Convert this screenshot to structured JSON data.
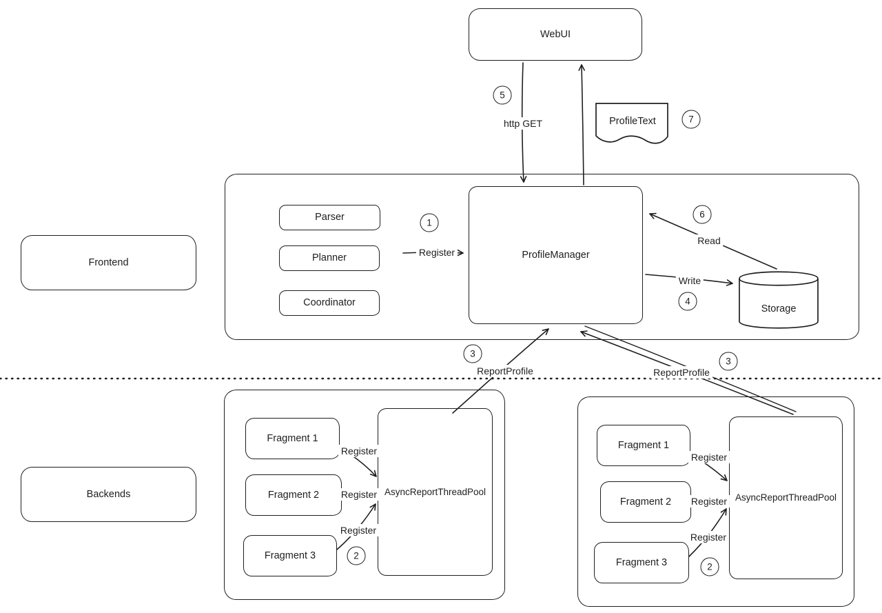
{
  "colors": {
    "stroke": "#1e1e1e",
    "canvas_bg": "#ffffff"
  },
  "nodes": {
    "webui": "WebUI",
    "profile_text": "ProfileText",
    "frontend": "Frontend",
    "parser": "Parser",
    "planner": "Planner",
    "coordinator": "Coordinator",
    "profile_manager": "ProfileManager",
    "storage": "Storage",
    "backends": "Backends",
    "backend_left": {
      "fragment1": "Fragment 1",
      "fragment2": "Fragment 2",
      "fragment3": "Fragment 3",
      "thread_pool": "AsyncReportThreadPool"
    },
    "backend_right": {
      "fragment1": "Fragment 1",
      "fragment2": "Fragment 2",
      "fragment3": "Fragment 3",
      "thread_pool": "AsyncReportThreadPool"
    }
  },
  "edges": {
    "http_get": "http GET",
    "register_frontend": "Register",
    "write": "Write",
    "read": "Read",
    "report_profile_left": "ReportProfile",
    "report_profile_right": "ReportProfile",
    "register_left_1": "Register",
    "register_left_2": "Register",
    "register_left_3": "Register",
    "register_right_1": "Register",
    "register_right_2": "Register",
    "register_right_3": "Register"
  },
  "badges": {
    "step_1": "1",
    "step_2_left": "2",
    "step_2_right": "2",
    "step_3_left": "3",
    "step_3_right": "3",
    "step_4": "4",
    "step_5": "5",
    "step_6": "6",
    "step_7": "7"
  }
}
